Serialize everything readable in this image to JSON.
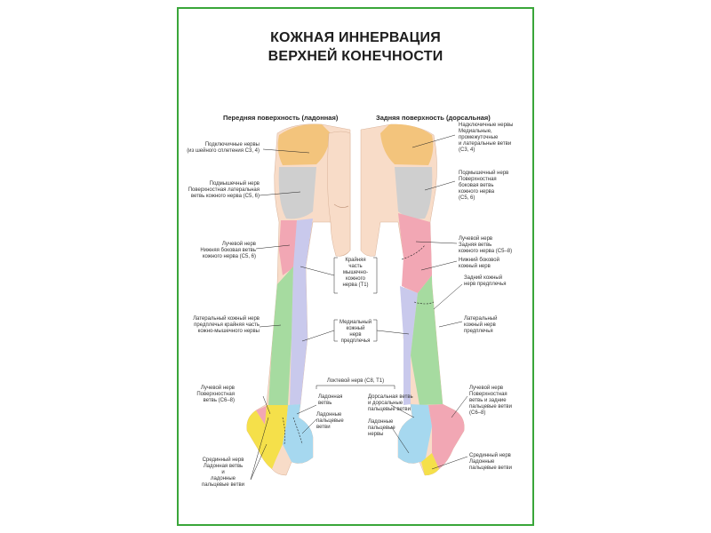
{
  "title": {
    "line1": "КОЖНАЯ ИННЕРВАЦИЯ",
    "line2": "ВЕРХНЕЙ КОНЕЧНОСТИ"
  },
  "views": {
    "anterior": "Передняя поверхность (ладонная)",
    "posterior": "Задняя поверхность (дорсальная)"
  },
  "left_labels": [
    [
      "Подключичные нервы",
      "(из шейного сплетения С3, 4)"
    ],
    [
      "Подмышечный нерв",
      "Поверхностная латеральная",
      "ветвь кожного нерва (С5, 6)"
    ],
    [
      "Лучевой нерв",
      "Нижняя боковая ветвь",
      "кожного нерва (С5, 6)"
    ],
    [
      "Латеральный кожный нерв",
      "предплечья крайняя часть",
      "кожно-мышечного нервы"
    ],
    [
      "Лучевой нерв",
      "Поверхностная",
      "ветвь (С6–8)"
    ],
    [
      "Срединный нерв",
      "Ладонная ветвь",
      "и",
      "ладонные",
      "пальцевые ветви"
    ]
  ],
  "center_labels": [
    [
      "Крайняя",
      "часть",
      "мышечно-",
      "кожного",
      "нерва (Т1)"
    ],
    [
      "Медиальный",
      "кожный",
      "нерв",
      "предплечья"
    ],
    [
      "Локтевой нерв (С8, Т1)"
    ],
    [
      "Ладонная",
      "ветвь"
    ],
    [
      "Ладонные",
      "пальцевые",
      "ветви"
    ],
    [
      "Дорсальная ветвь",
      "и дорсальные",
      "пальцевые ветви"
    ],
    [
      "Ладонные",
      "пальцевые",
      "нервы"
    ]
  ],
  "right_labels": [
    [
      "Надключичные нервы",
      "Медиальные,",
      "промежуточные",
      "и латеральные ветви",
      "(С3, 4)"
    ],
    [
      "Подмышечный нерв",
      "Поверхностная",
      "боковая ветвь",
      "кожного нерва",
      "(С5, 6)"
    ],
    [
      "Лучевой нерв",
      "Задняя ветвь",
      "кожного нерва (С5–8)"
    ],
    [
      "Нижний боковой",
      "кожный нерв"
    ],
    [
      "Задний кожный",
      "нерв предплечья"
    ],
    [
      "Латеральный",
      "кожный нерв",
      "предплечья"
    ],
    [
      "Лучевой нерв",
      "Поверхностная",
      "ветвь и задние",
      "пальцевые ветви",
      "(С6–8)"
    ],
    [
      "Срединный нерв",
      "Ладонные",
      "пальцевые ветви"
    ]
  ],
  "zone_colors": {
    "supraclavicular": "#f3c47c",
    "axillary": "#cfcfcf",
    "radial": "#f2a7b4",
    "medial_cutaneous": "#c9c9ec",
    "lateral_cutaneous": "#a6dba0",
    "median": "#f5e04a",
    "ulnar": "#a6d8ef",
    "skin": "#f8dcc8",
    "frame": "#3aa63a"
  }
}
